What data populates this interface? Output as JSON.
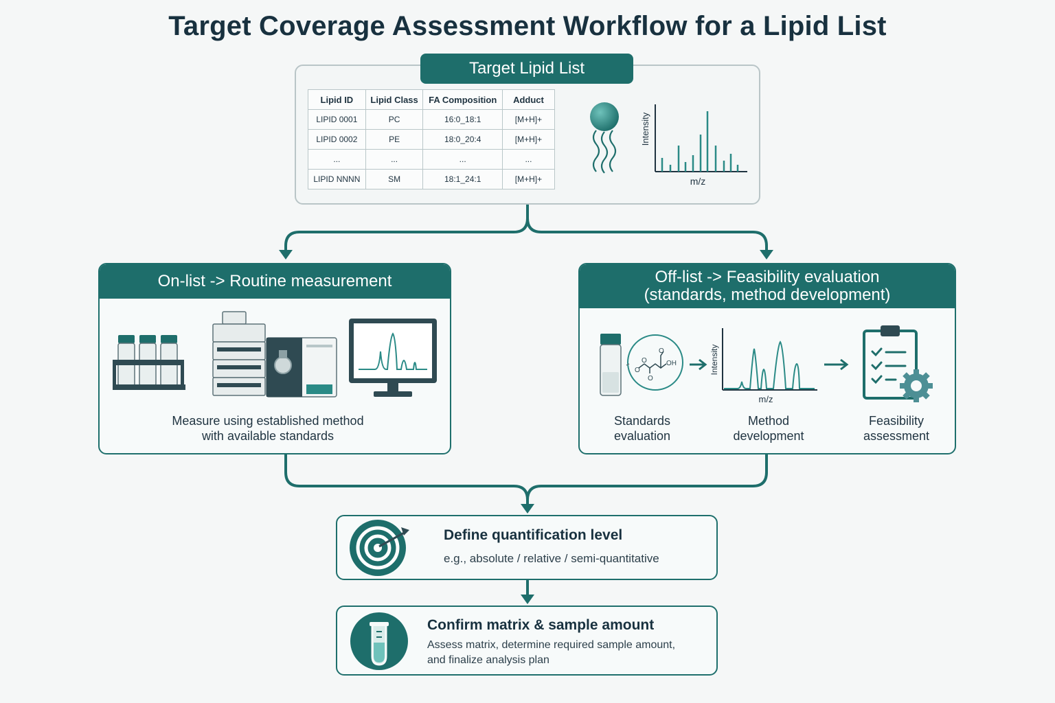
{
  "title": "Target Coverage Assessment Workflow for a Lipid List",
  "colors": {
    "accent": "#1e6e6b",
    "accent_light": "#2a8a86",
    "border_grey": "#b9c5c7",
    "text_dark": "#18313f"
  },
  "target_list": {
    "header": "Target Lipid List",
    "table": {
      "columns": [
        "Lipid ID",
        "Lipid Class",
        "FA Composition",
        "Adduct"
      ],
      "rows": [
        [
          "LIPID 0001",
          "PC",
          "16:0_18:1",
          "[M+H]+"
        ],
        [
          "LIPID 0002",
          "PE",
          "18:0_20:4",
          "[M+H]+"
        ],
        [
          "...",
          "...",
          "...",
          "..."
        ],
        [
          "LIPID NNNN",
          "SM",
          "18:1_24:1",
          "[M+H]+"
        ]
      ]
    },
    "icons": [
      "lipid-molecule-icon",
      "mass-spectrum-icon"
    ],
    "spectrum": {
      "ylabel": "Intensity",
      "xlabel": "m/z"
    }
  },
  "on_list": {
    "header": "On-list -> Routine measurement",
    "caption_line1": "Measure using established method",
    "caption_line2": "with available standards",
    "icons": [
      "vial-rack-icon",
      "lc-ms-instrument-icon",
      "monitor-chromatogram-icon"
    ]
  },
  "off_list": {
    "header_line1": "Off-list -> Feasibility evaluation",
    "header_line2": "(standards, method development)",
    "steps": [
      {
        "label_line1": "Standards",
        "label_line2": "evaluation",
        "icon": "standard-vial-structure-icon"
      },
      {
        "label_line1": "Method",
        "label_line2": "development",
        "icon": "chromatogram-icon",
        "ylabel": "Intensity",
        "xlabel": "m/z"
      },
      {
        "label_line1": "Feasibility",
        "label_line2": "assessment",
        "icon": "clipboard-gear-icon"
      }
    ],
    "structure_label": "OH"
  },
  "quantification": {
    "title": "Define quantification level",
    "subtitle": "e.g., absolute / relative / semi-quantitative",
    "icon": "target-icon"
  },
  "confirm": {
    "title": "Confirm matrix & sample amount",
    "line1": "Assess matrix, determine required sample amount,",
    "line2": "and finalize analysis plan",
    "icon": "test-tube-icon"
  }
}
